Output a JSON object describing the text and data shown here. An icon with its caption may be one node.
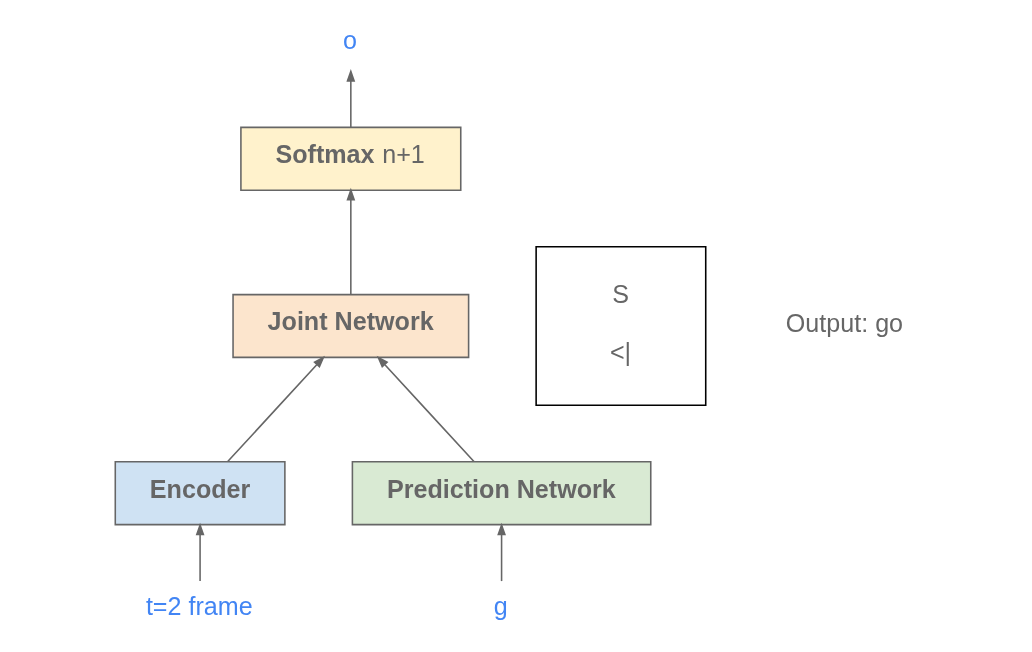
{
  "diagram": {
    "nodes": [
      {
        "text": [
          "o"
        ]
      },
      {
        "text": [
          "**Softmax** n+1"
        ]
      },
      {
        "text": [
          "Joint Network"
        ]
      },
      {
        "text": [
          "Encoder"
        ]
      },
      {
        "text": [
          "Prediction Network"
        ]
      },
      {
        "text": [
          "t=2 frame"
        ]
      },
      {
        "text": [
          "g"
        ]
      },
      {
        "text": [
          "S",
          "<|"
        ]
      }
    ],
    "edges": [
      {
        "from": 1,
        "to": 0,
        "arrow": "to"
      },
      {
        "from": 2,
        "to": 1,
        "arrow": "to"
      },
      {
        "from": 3,
        "to": 2,
        "arrow": "to"
      },
      {
        "from": 4,
        "to": 2,
        "arrow": "to"
      },
      {
        "from": 5,
        "to": 3,
        "arrow": "to"
      },
      {
        "from": 6,
        "to": 4,
        "arrow": "to"
      }
    ],
    "labels": [
      "Output: go"
    ]
  }
}
